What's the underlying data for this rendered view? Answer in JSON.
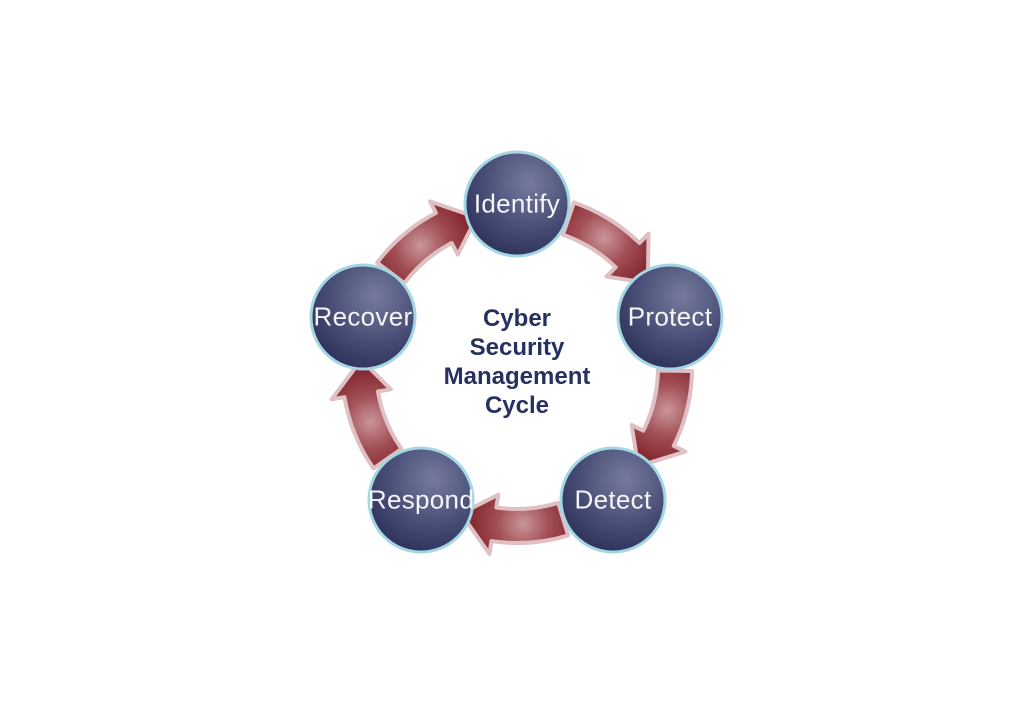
{
  "diagram": {
    "title_lines": [
      "Cyber",
      "Security",
      "Management",
      "Cycle"
    ],
    "stages": [
      {
        "label": "Identify"
      },
      {
        "label": "Protect"
      },
      {
        "label": "Detect"
      },
      {
        "label": "Respond"
      },
      {
        "label": "Recover"
      }
    ],
    "arrows": [
      {
        "from": "Identify",
        "to": "Protect"
      },
      {
        "from": "Protect",
        "to": "Detect"
      },
      {
        "from": "Detect",
        "to": "Respond"
      },
      {
        "from": "Respond",
        "to": "Recover"
      },
      {
        "from": "Recover",
        "to": "Identify"
      }
    ],
    "cycle_direction": "clockwise",
    "colors": {
      "background": "#ffffff",
      "circle_fill_dark": "#23284f",
      "circle_fill_light": "#757a9d",
      "circle_border": "#a5d6e4",
      "arrow_dark": "#7c1e28",
      "arrow_light": "#c9969a",
      "arrow_outline": "#dfc0c3",
      "title_text": "#273060",
      "stage_text": "#f5f5f8"
    }
  }
}
